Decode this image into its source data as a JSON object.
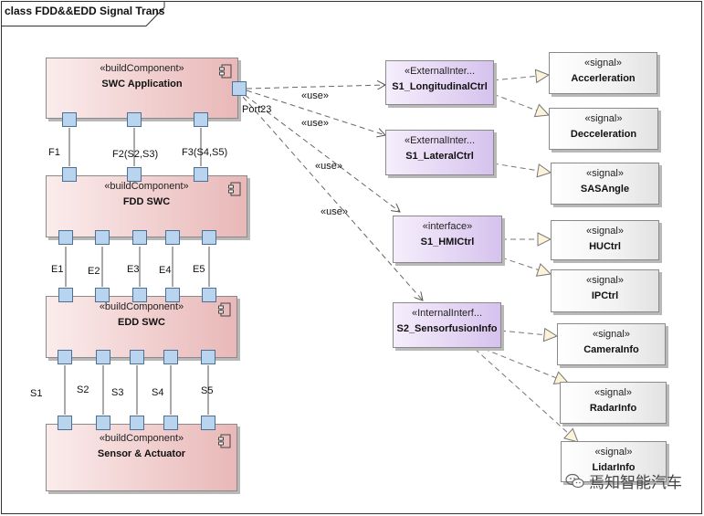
{
  "frame_title": "class FDD&&EDD Signal Trans",
  "components": {
    "swc": {
      "stereotype": "«buildComponent»",
      "name": "SWC Application"
    },
    "fdd": {
      "stereotype": "«buildComponent»",
      "name": "FDD SWC"
    },
    "edd": {
      "stereotype": "«buildComponent»",
      "name": "EDD SWC"
    },
    "sensor": {
      "stereotype": "«buildComponent»",
      "name": "Sensor & Actuator"
    }
  },
  "port_label": "Port23",
  "connector_labels": {
    "f": [
      "F1",
      "F2(S2,S3)",
      "F3(S4,S5)"
    ],
    "e": [
      "E1",
      "E2",
      "E3",
      "E4",
      "E5"
    ],
    "s": [
      "S1",
      "S2",
      "S3",
      "S4",
      "S5"
    ]
  },
  "use_label": "«use»",
  "interfaces": {
    "longitudinal": {
      "stereotype": "«ExternalInter...",
      "name": "S1_LongitudinalCtrl"
    },
    "lateral": {
      "stereotype": "«ExternalInter...",
      "name": "S1_LateralCtrl"
    },
    "hmi": {
      "stereotype": "«interface»",
      "name": "S1_HMICtrl"
    },
    "sensorfusion": {
      "stereotype": "«InternalInterf...",
      "name": "S2_SensorfusionInfo"
    }
  },
  "signals": {
    "stereotype": "«signal»",
    "accel": "Accerleration",
    "decel": "Decceleration",
    "sas": "SASAngle",
    "hu": "HUCtrl",
    "ip": "IPCtrl",
    "camera": "CameraInfo",
    "radar": "RadarInfo",
    "lidar": "LidarInfo"
  },
  "watermark": "焉知智能汽车",
  "colors": {
    "component_fill": "#f1cfcf",
    "interface_fill": "#e3d4f3",
    "signal_fill": "#f2f2f2",
    "port_fill": "#b8d4ee",
    "realization_head": "#fdf3d9"
  }
}
